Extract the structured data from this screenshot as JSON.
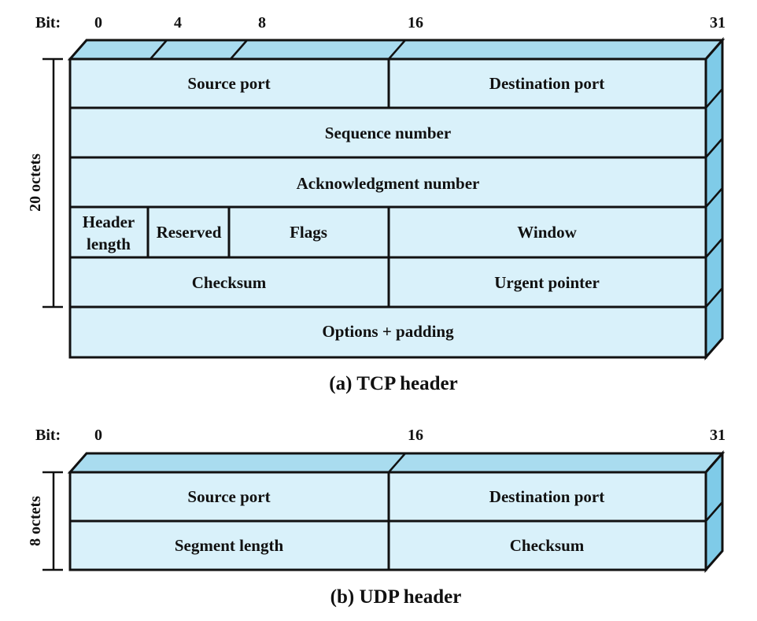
{
  "tcp": {
    "bit_prefix": "Bit:",
    "bits": [
      "0",
      "4",
      "8",
      "16",
      "31"
    ],
    "octets": "20 octets",
    "caption": "(a) TCP header",
    "fields": {
      "source_port": "Source port",
      "destination_port": "Destination port",
      "sequence_number": "Sequence number",
      "acknowledgment_number": "Acknowledgment number",
      "header_length_1": "Header",
      "header_length_2": "length",
      "reserved": "Reserved",
      "flags": "Flags",
      "window": "Window",
      "checksum": "Checksum",
      "urgent_pointer": "Urgent pointer",
      "options_padding": "Options + padding"
    }
  },
  "udp": {
    "bit_prefix": "Bit:",
    "bits": [
      "0",
      "16",
      "31"
    ],
    "octets": "8 octets",
    "caption": "(b) UDP header",
    "fields": {
      "source_port": "Source port",
      "destination_port": "Destination port",
      "segment_length": "Segment length",
      "checksum": "Checksum"
    }
  },
  "colors": {
    "cell": "#d9f1fa",
    "top_face": "#a9dcef",
    "side_face": "#7fcbe8",
    "line": "#111111"
  }
}
